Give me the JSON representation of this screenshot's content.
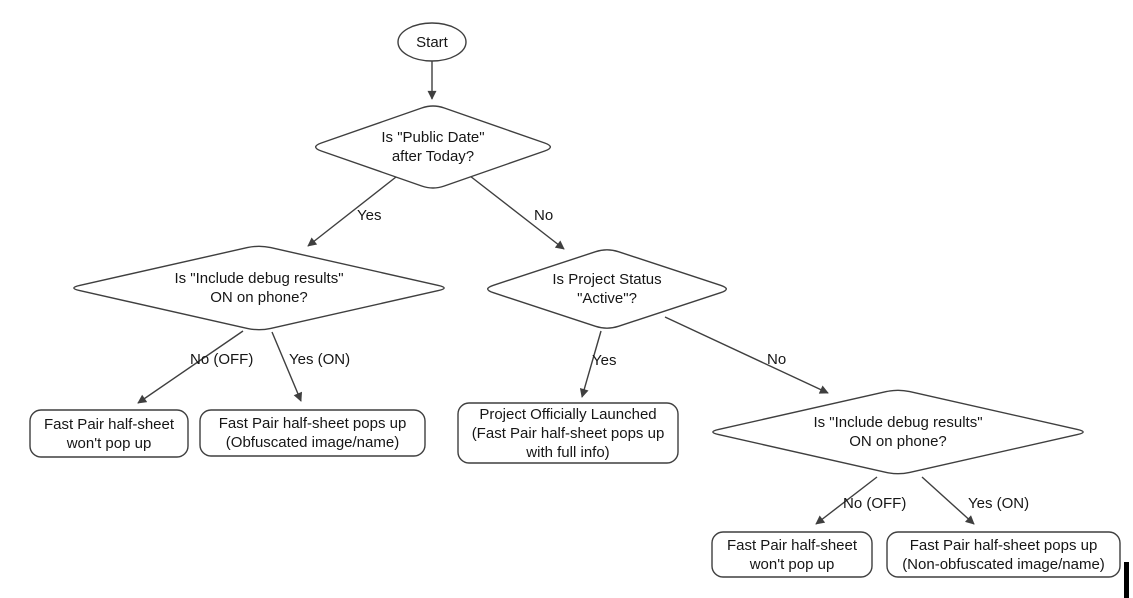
{
  "flowchart": {
    "colors": {
      "stroke": "#3f3f3f",
      "text": "#161616",
      "background": "#ffffff",
      "node_fill": "#ffffff",
      "cursor_bar": "#000000"
    },
    "nodes": {
      "start": "Start",
      "public_date": "Is \"Public Date\"\nafter Today?",
      "debug_left": "Is \"Include debug results\"\nON on phone?",
      "project_status": "Is Project Status\n\"Active\"?",
      "debug_right": "Is \"Include debug results\"\nON on phone?",
      "no_popup_left": "Fast Pair half-sheet\nwon't pop up",
      "popup_obfuscated": "Fast Pair half-sheet pops up\n(Obfuscated image/name)",
      "launched": "Project Officially Launched\n(Fast Pair half-sheet pops up\nwith full info)",
      "no_popup_right": "Fast Pair half-sheet\nwon't pop up",
      "popup_nonobfuscated": "Fast Pair half-sheet pops up\n(Non-obfuscated image/name)"
    },
    "edge_labels": {
      "d1_yes": "Yes",
      "d1_no": "No",
      "d2_no_off": "No (OFF)",
      "d2_yes_on": "Yes (ON)",
      "d3_yes": "Yes",
      "d3_no": "No",
      "d4_no_off": "No (OFF)",
      "d4_yes_on": "Yes (ON)"
    }
  }
}
